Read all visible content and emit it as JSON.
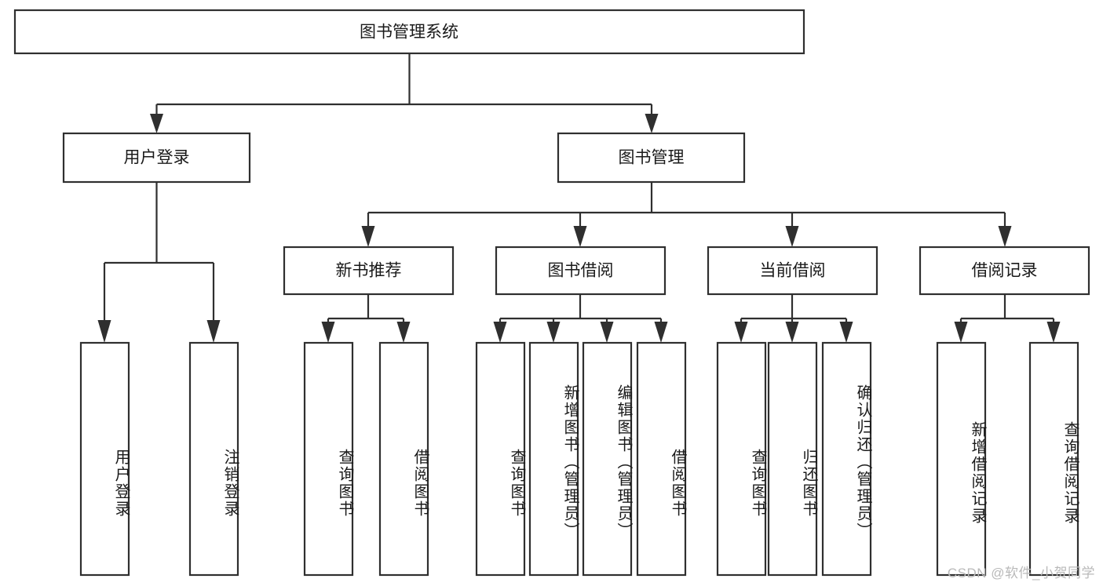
{
  "diagram": {
    "type": "tree",
    "title": "图书管理系统",
    "orientation": "top-down",
    "root": {
      "id": "root",
      "label": "图书管理系统",
      "text_direction": "horizontal"
    },
    "level2": [
      {
        "id": "user-login",
        "label": "用户登录",
        "text_direction": "horizontal"
      },
      {
        "id": "book-manage",
        "label": "图书管理",
        "text_direction": "horizontal"
      }
    ],
    "level3": [
      {
        "id": "new-book-recommend",
        "label": "新书推荐",
        "parent": "book-manage",
        "text_direction": "horizontal"
      },
      {
        "id": "book-borrow",
        "label": "图书借阅",
        "parent": "book-manage",
        "text_direction": "horizontal"
      },
      {
        "id": "current-borrow",
        "label": "当前借阅",
        "parent": "book-manage",
        "text_direction": "horizontal"
      },
      {
        "id": "borrow-record",
        "label": "借阅记录",
        "parent": "book-manage",
        "text_direction": "horizontal"
      }
    ],
    "leaves": [
      {
        "id": "leaf-user-login",
        "label": "用户登录",
        "parent": "user-login",
        "text_direction": "vertical"
      },
      {
        "id": "leaf-user-logout",
        "label": "注销登录",
        "parent": "user-login",
        "text_direction": "vertical"
      },
      {
        "id": "leaf-query-book-1",
        "label": "查询图书",
        "parent": "new-book-recommend",
        "text_direction": "vertical"
      },
      {
        "id": "leaf-borrow-book-1",
        "label": "借阅图书",
        "parent": "new-book-recommend",
        "text_direction": "vertical"
      },
      {
        "id": "leaf-query-book-2",
        "label": "查询图书",
        "parent": "book-borrow",
        "text_direction": "vertical"
      },
      {
        "id": "leaf-add-book",
        "label": "新增图书（管理员）",
        "parent": "book-borrow",
        "text_direction": "vertical"
      },
      {
        "id": "leaf-edit-book",
        "label": "编辑图书（管理员）",
        "parent": "book-borrow",
        "text_direction": "vertical"
      },
      {
        "id": "leaf-borrow-book-2",
        "label": "借阅图书",
        "parent": "book-borrow",
        "text_direction": "vertical"
      },
      {
        "id": "leaf-query-book-3",
        "label": "查询图书",
        "parent": "current-borrow",
        "text_direction": "vertical"
      },
      {
        "id": "leaf-return-book",
        "label": "归还图书",
        "parent": "current-borrow",
        "text_direction": "vertical"
      },
      {
        "id": "leaf-confirm-return",
        "label": "确认归还（管理员）",
        "parent": "current-borrow",
        "text_direction": "vertical"
      },
      {
        "id": "leaf-add-record",
        "label": "新增借阅记录",
        "parent": "borrow-record",
        "text_direction": "vertical"
      },
      {
        "id": "leaf-query-record",
        "label": "查询借阅记录",
        "parent": "borrow-record",
        "text_direction": "vertical"
      }
    ],
    "colors": {
      "stroke": "#2f2f2f",
      "fill": "#ffffff",
      "text": "#1a1a1a",
      "watermark": "#b9b9b9",
      "background": "#ffffff"
    }
  },
  "watermark": {
    "text": "CSDN @软件_小贺同学"
  }
}
